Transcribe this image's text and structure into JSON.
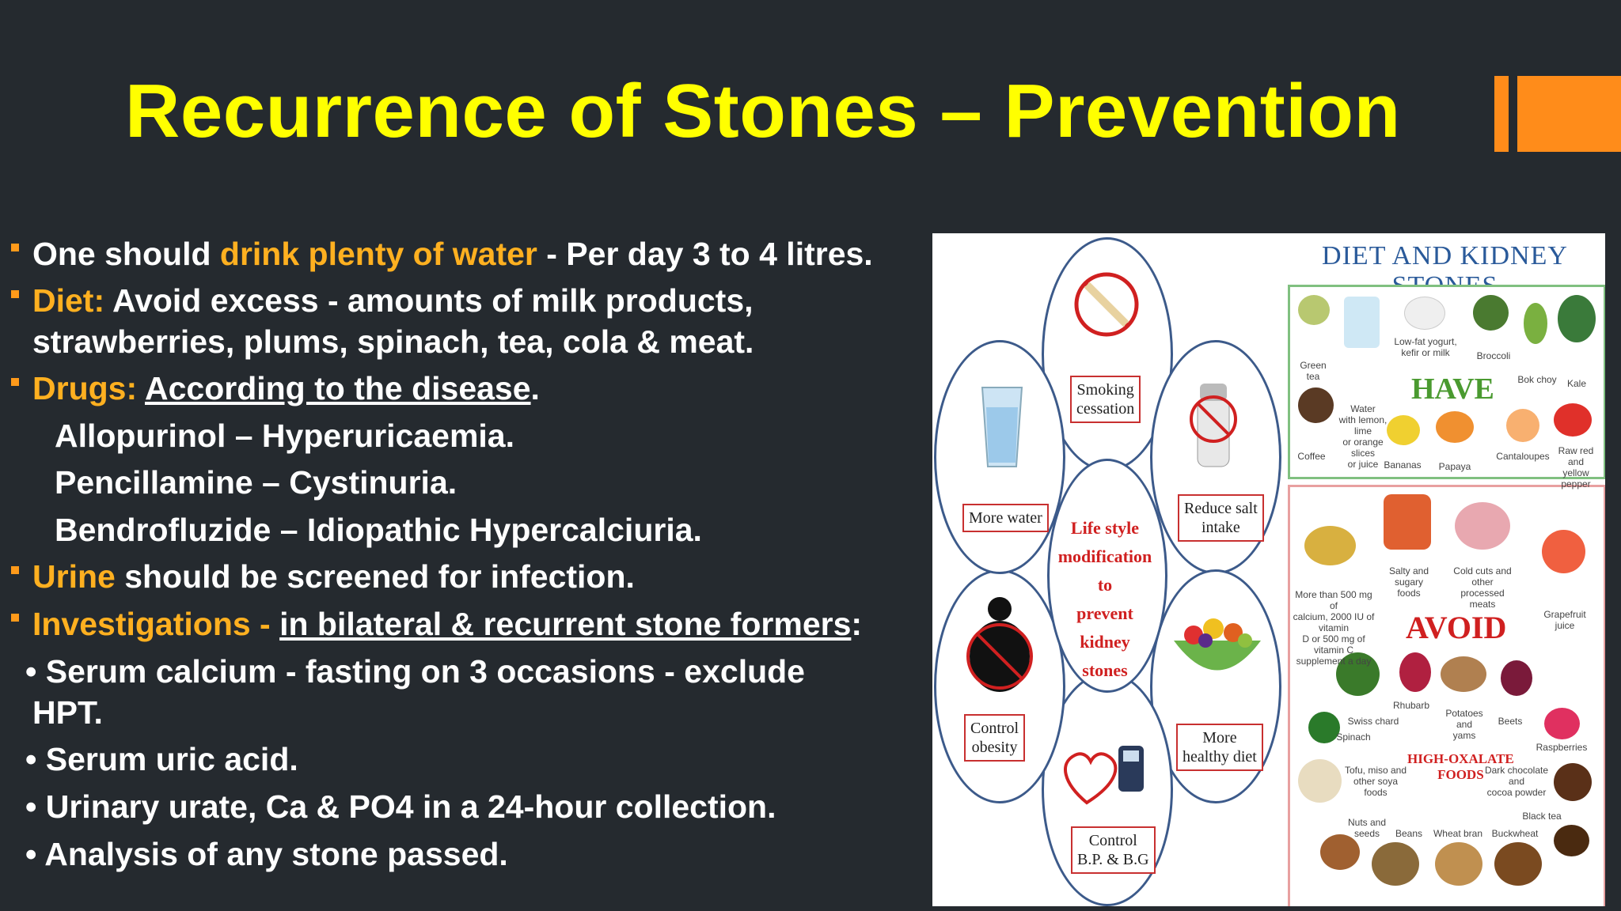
{
  "title": "Recurrence of Stones – Prevention",
  "accent_color": "#ff8c1a",
  "bullets": {
    "water_a": "One should ",
    "water_b": "drink plenty of water",
    "water_c": " - Per day 3 to 4 litres.",
    "diet_a": "Diet:",
    "diet_b": " Avoid excess - amounts of milk products,",
    "diet_c": "strawberries, plums, spinach, tea, cola & meat.",
    "drugs_a": "Drugs:",
    "drugs_b": "According to the disease",
    "drugs_c": ".",
    "drug1": "Allopurinol – Hyperuricaemia.",
    "drug2": "Pencillamine – Cystinuria.",
    "drug3": "Bendrofluzide – Idiopathic Hypercalciuria.",
    "urine_a": "Urine",
    "urine_b": " should be screened for infection.",
    "inv_a": "Investigations - ",
    "inv_b": "in bilateral & recurrent stone formers",
    "inv_c": ":",
    "sub1a": "• Serum calcium - fasting on 3 occasions - exclude",
    "sub1b": "HPT.",
    "sub2": "• Serum uric acid.",
    "sub3": "• Urinary urate, Ca & PO4 in a 24-hour collection.",
    "sub4": "• Analysis of any stone passed."
  },
  "lifestyle": {
    "center_line1": "Life style",
    "center_line2": "modification to",
    "center_line3": "prevent kidney",
    "center_line4": "stones",
    "smoking_1": "Smoking",
    "smoking_2": "cessation",
    "salt_1": "Reduce salt",
    "salt_2": "intake",
    "water": "More water",
    "obesity_1": "Control",
    "obesity_2": "obesity",
    "diet_1": "More",
    "diet_2": "healthy diet",
    "bp_1": "Control",
    "bp_2": "B.P. & B.G"
  },
  "diet_kidney": {
    "title": "DIET AND KIDNEY STONES",
    "have": "HAVE",
    "avoid": "AVOID",
    "high_oxalate_1": "HIGH-OXALATE",
    "high_oxalate_2": "FOODS",
    "have_items": {
      "green_tea": "Green tea",
      "water_1": "Water",
      "water_2": "with lemon, lime",
      "water_3": "or orange slices",
      "water_4": "or juice",
      "yogurt_1": "Low-fat yogurt,",
      "yogurt_2": "kefir or milk",
      "broccoli": "Broccoli",
      "bok_choy": "Bok choy",
      "kale": "Kale",
      "coffee": "Coffee",
      "bananas": "Bananas",
      "papaya": "Papaya",
      "cantaloupes": "Cantaloupes",
      "pepper_1": "Raw red and",
      "pepper_2": "yellow pepper"
    },
    "avoid_items": {
      "vit_1": "More than 500 mg of",
      "vit_2": "calcium, 2000 IU of vitamin",
      "vit_3": "D or 500 mg of vitamin C",
      "vit_4": "supplement a day",
      "salty_1": "Salty and sugary",
      "salty_2": "foods",
      "cold_1": "Cold cuts and other",
      "cold_2": "processed meats",
      "grapefruit": "Grapefruit juice",
      "rhubarb": "Rhubarb",
      "potatoes_1": "Potatoes and",
      "potatoes_2": "yams",
      "beets": "Beets",
      "swiss": "Swiss chard",
      "spinach": "Spinach",
      "raspberries": "Raspberries",
      "tofu_1": "Tofu, miso and",
      "tofu_2": "other soya",
      "tofu_3": "foods",
      "choc_1": "Dark chocolate and",
      "choc_2": "cocoa powder",
      "black_tea": "Black tea",
      "nuts_1": "Nuts and",
      "nuts_2": "seeds",
      "beans": "Beans",
      "wheat_bran": "Wheat bran",
      "buckwheat": "Buckwheat"
    }
  }
}
